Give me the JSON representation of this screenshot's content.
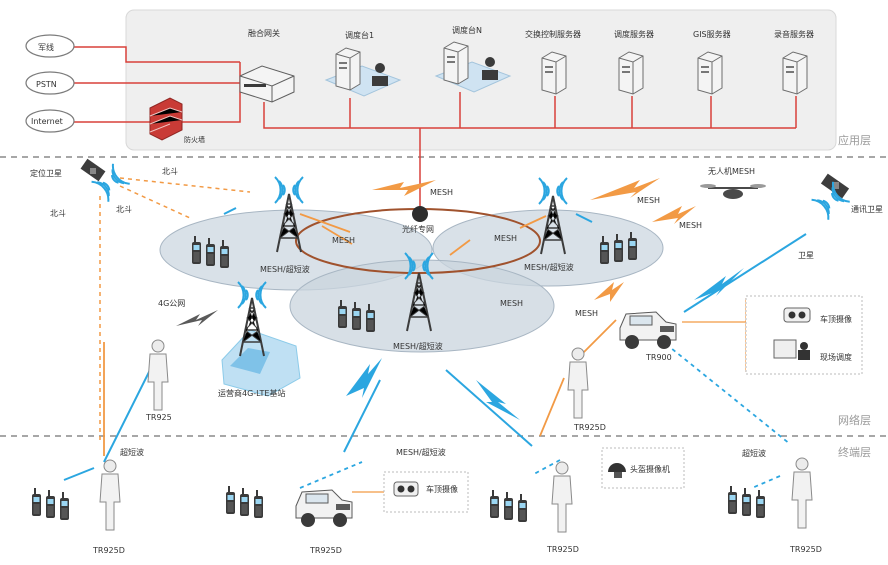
{
  "layers": {
    "application": "应用层",
    "network": "网络层",
    "terminal": "终端层"
  },
  "sources": {
    "military_line": "军线",
    "pstn": "PSTN",
    "internet": "Internet",
    "firewall": "防火墙"
  },
  "app_servers": {
    "gateway": "融合网关",
    "console_1": "调度台1",
    "console_n": "调度台N",
    "switch_server": "交换控制服务器",
    "dispatch_server": "调度服务器",
    "gis_server": "GIS服务器",
    "recording_server": "录音服务器"
  },
  "network": {
    "positioning_satellite": "定位卫星",
    "beidou_1": "北斗",
    "beidou_2": "北斗",
    "beidou_3": "北斗",
    "mesh_top": "MESH",
    "mesh_left": "MESH",
    "mesh_right": "MESH",
    "mesh_center": "MESH",
    "mesh_drone": "MESH",
    "mesh_drone2": "MESH",
    "mesh_vehicle": "MESH",
    "fiber_network": "光纤专网",
    "tower_left_label": "MESH/超短波",
    "tower_right_label": "MESH/超短波",
    "tower_center_label": "MESH/超短波",
    "drone_mesh": "无人机MESH",
    "comm_satellite": "通讯卫星",
    "satellite_link": "卫星",
    "public_4g": "4G公网",
    "lte_station": "运营商4G-LTE基站",
    "tr925_left": "TR925",
    "tr925d_mid": "TR925D",
    "tr900": "TR900",
    "roof_camera": "车顶摄像",
    "field_dispatch": "现场调度"
  },
  "terminal": {
    "ultrashort_left": "超短波",
    "mesh_ultrashort": "MESH/超短波",
    "roof_camera": "车顶摄像",
    "helmet_camera": "头盔摄像机",
    "ultrashort_right": "超短波",
    "tr925d_1": "TR925D",
    "tr925d_2": "TR925D",
    "tr925d_3": "TR925D",
    "tr925d_4": "TR925D"
  },
  "colors": {
    "link_red": "#d9403a",
    "mesh_orange": "#f29a45",
    "wireless_blue": "#2ba6e0",
    "cell_fill": "#c9d4de",
    "dashed_divider": "#8a8a8a",
    "panel_gray": "#efefef"
  }
}
